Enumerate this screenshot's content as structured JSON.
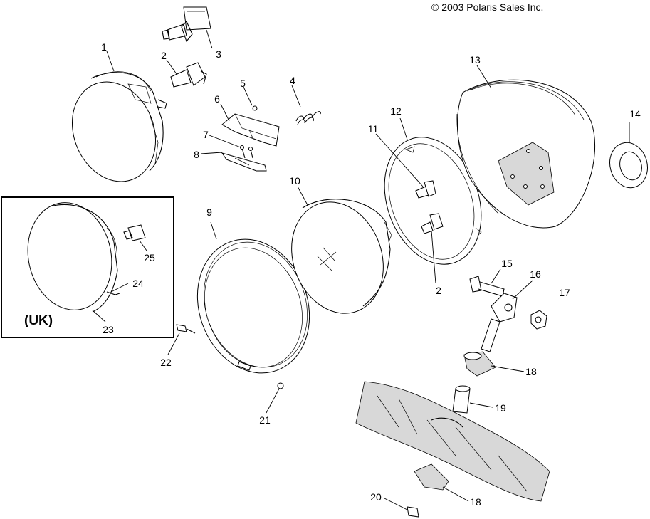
{
  "copyright": "© 2003 Polaris Sales Inc.",
  "uk_label": "(UK)",
  "callouts": [
    "1",
    "2",
    "3",
    "4",
    "5",
    "6",
    "7",
    "8",
    "9",
    "10",
    "11",
    "12",
    "13",
    "14",
    "15",
    "16",
    "17",
    "18",
    "2",
    "19",
    "18",
    "20",
    "21",
    "22",
    "23",
    "24",
    "25"
  ]
}
